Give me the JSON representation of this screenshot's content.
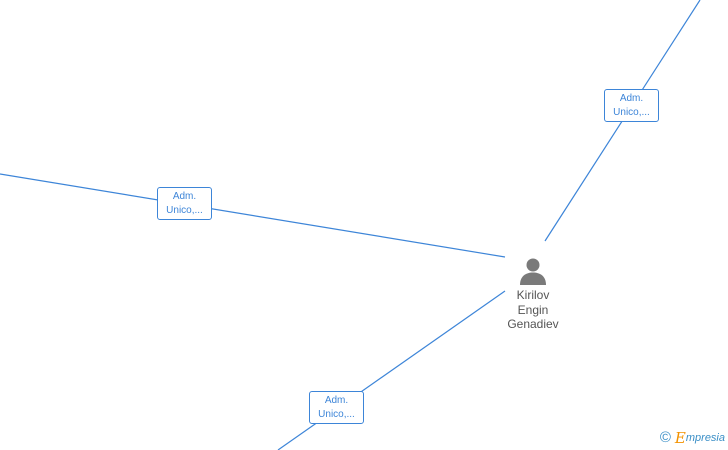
{
  "graph": {
    "edge_color": "#3d85d8",
    "person": {
      "icon": "person-silhouette-icon",
      "icon_color": "#7a7a7a",
      "name_lines": [
        "Kirilov",
        "Engin",
        "Genadiev"
      ]
    },
    "edges": [
      {
        "label_lines": [
          "Adm.",
          "Unico,..."
        ]
      },
      {
        "label_lines": [
          "Adm.",
          "Unico,..."
        ]
      },
      {
        "label_lines": [
          "Adm.",
          "Unico,..."
        ]
      }
    ]
  },
  "watermark": {
    "copyright_symbol": "©",
    "brand_initial": "E",
    "brand_rest": "mpresia",
    "initial_color": "#f39200",
    "brand_color": "#3a8fc7"
  }
}
